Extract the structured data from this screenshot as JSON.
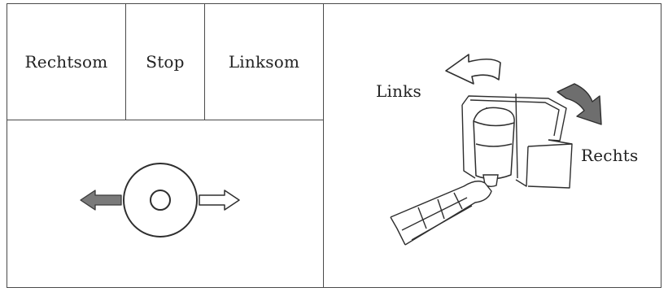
{
  "controls": {
    "clockwise_label": "Rechtsom",
    "stop_label": "Stop",
    "counterclockwise_label": "Linksom"
  },
  "illustration": {
    "left_label": "Links",
    "right_label": "Rechts"
  },
  "dial": {
    "left_arrow_icon": "filled-arrow-left-icon",
    "center_icon": "rotary-knob-icon",
    "right_arrow_icon": "outline-arrow-right-icon"
  },
  "colors": {
    "line": "#4a4a4a",
    "text": "#222222",
    "filled_arrow": "#7a7a7a"
  }
}
